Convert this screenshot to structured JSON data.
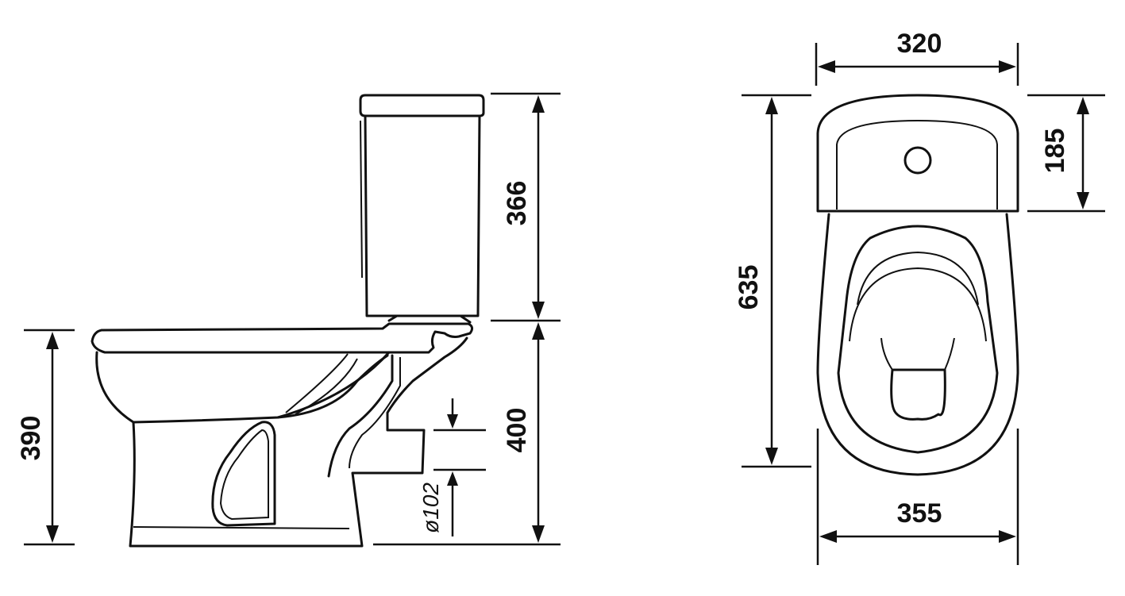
{
  "dimensions": {
    "top_width": "320",
    "tank_depth": "185",
    "overall_length": "635",
    "bowl_width": "355",
    "tank_height": "366",
    "bowl_height": "400",
    "seat_height": "390",
    "outlet_diameter": "ø102"
  }
}
